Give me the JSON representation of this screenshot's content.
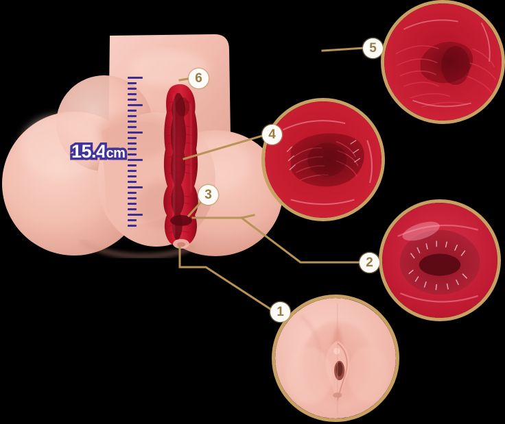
{
  "background_color": "#000000",
  "palette": {
    "leader_line": "#b89358",
    "badge_ring": "#c9a063",
    "badge_text": "#9a7b43",
    "badge_bg": "#fdfcf8",
    "ruler_tick": "#3d2f8f",
    "measure_text": "#ffffff",
    "measure_outline": "#43349a",
    "flesh_light": "#f6c9bd",
    "flesh_mid": "#eeb3a6",
    "flesh_shadow": "#d99a8d",
    "interior_red": "#c4142a",
    "interior_dark": "#7e0d1c"
  },
  "measurement": {
    "value": "15.4",
    "unit": "cm",
    "full_label": "15.4cm"
  },
  "callouts": [
    {
      "number": "1",
      "detail_kind": "exterior-vulva-closeup"
    },
    {
      "number": "2",
      "detail_kind": "interior-ring-closeup"
    },
    {
      "number": "3",
      "detail_kind": "cross-section-lower-chamber"
    },
    {
      "number": "4",
      "detail_kind": "interior-canal-closeup"
    },
    {
      "number": "5",
      "detail_kind": "interior-deep-closeup"
    },
    {
      "number": "6",
      "detail_kind": "cross-section-top-chamber"
    }
  ],
  "detail_views": [
    {
      "id": "view-5",
      "number": "5",
      "kind": "interior-deep-closeup"
    },
    {
      "id": "view-4",
      "number": "4",
      "kind": "interior-canal-closeup"
    },
    {
      "id": "view-2",
      "number": "2",
      "kind": "interior-ring-closeup"
    },
    {
      "id": "view-1",
      "number": "1",
      "kind": "exterior-vulva-closeup"
    }
  ]
}
